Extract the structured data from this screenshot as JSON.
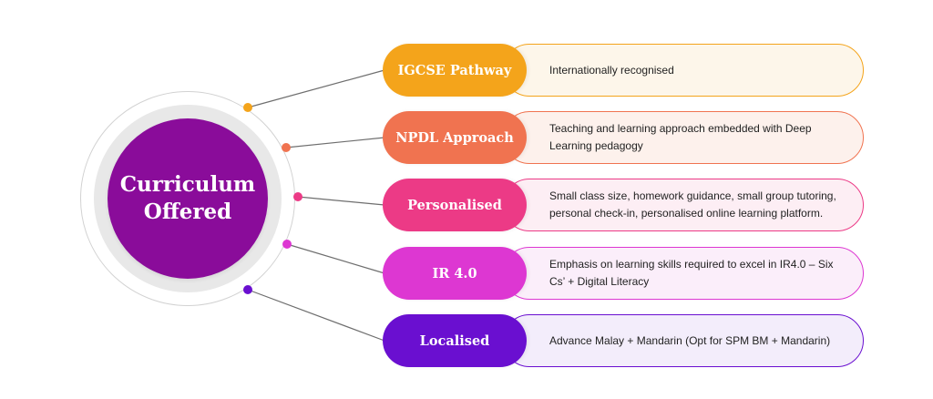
{
  "hub": {
    "title": "Curriculum Offered",
    "color": "#8a0c9a"
  },
  "items": [
    {
      "label": "IGCSE Pathway",
      "description": "Internationally recognised",
      "color": "#f4a41b",
      "tint": "#fdf6ea"
    },
    {
      "label": "NPDL Approach",
      "description": "Teaching and learning approach embedded with Deep Learning pedagogy",
      "color": "#f07350",
      "tint": "#fdf1ec"
    },
    {
      "label": "Personalised",
      "description": "Small class size, homework guidance, small group tutoring, personal check-in, personalised online learning platform.",
      "color": "#ec3a86",
      "tint": "#fdeef4"
    },
    {
      "label": "IR 4.0",
      "description": "Emphasis on learning skills required to excel in IR4.0 – Six Cs’ + Digital Literacy",
      "color": "#dd37d2",
      "tint": "#fbeefa"
    },
    {
      "label": "Localised",
      "description": "Advance Malay + Mandarin (Opt for SPM BM + Mandarin)",
      "color": "#6a0fd0",
      "tint": "#f3edfb"
    }
  ]
}
